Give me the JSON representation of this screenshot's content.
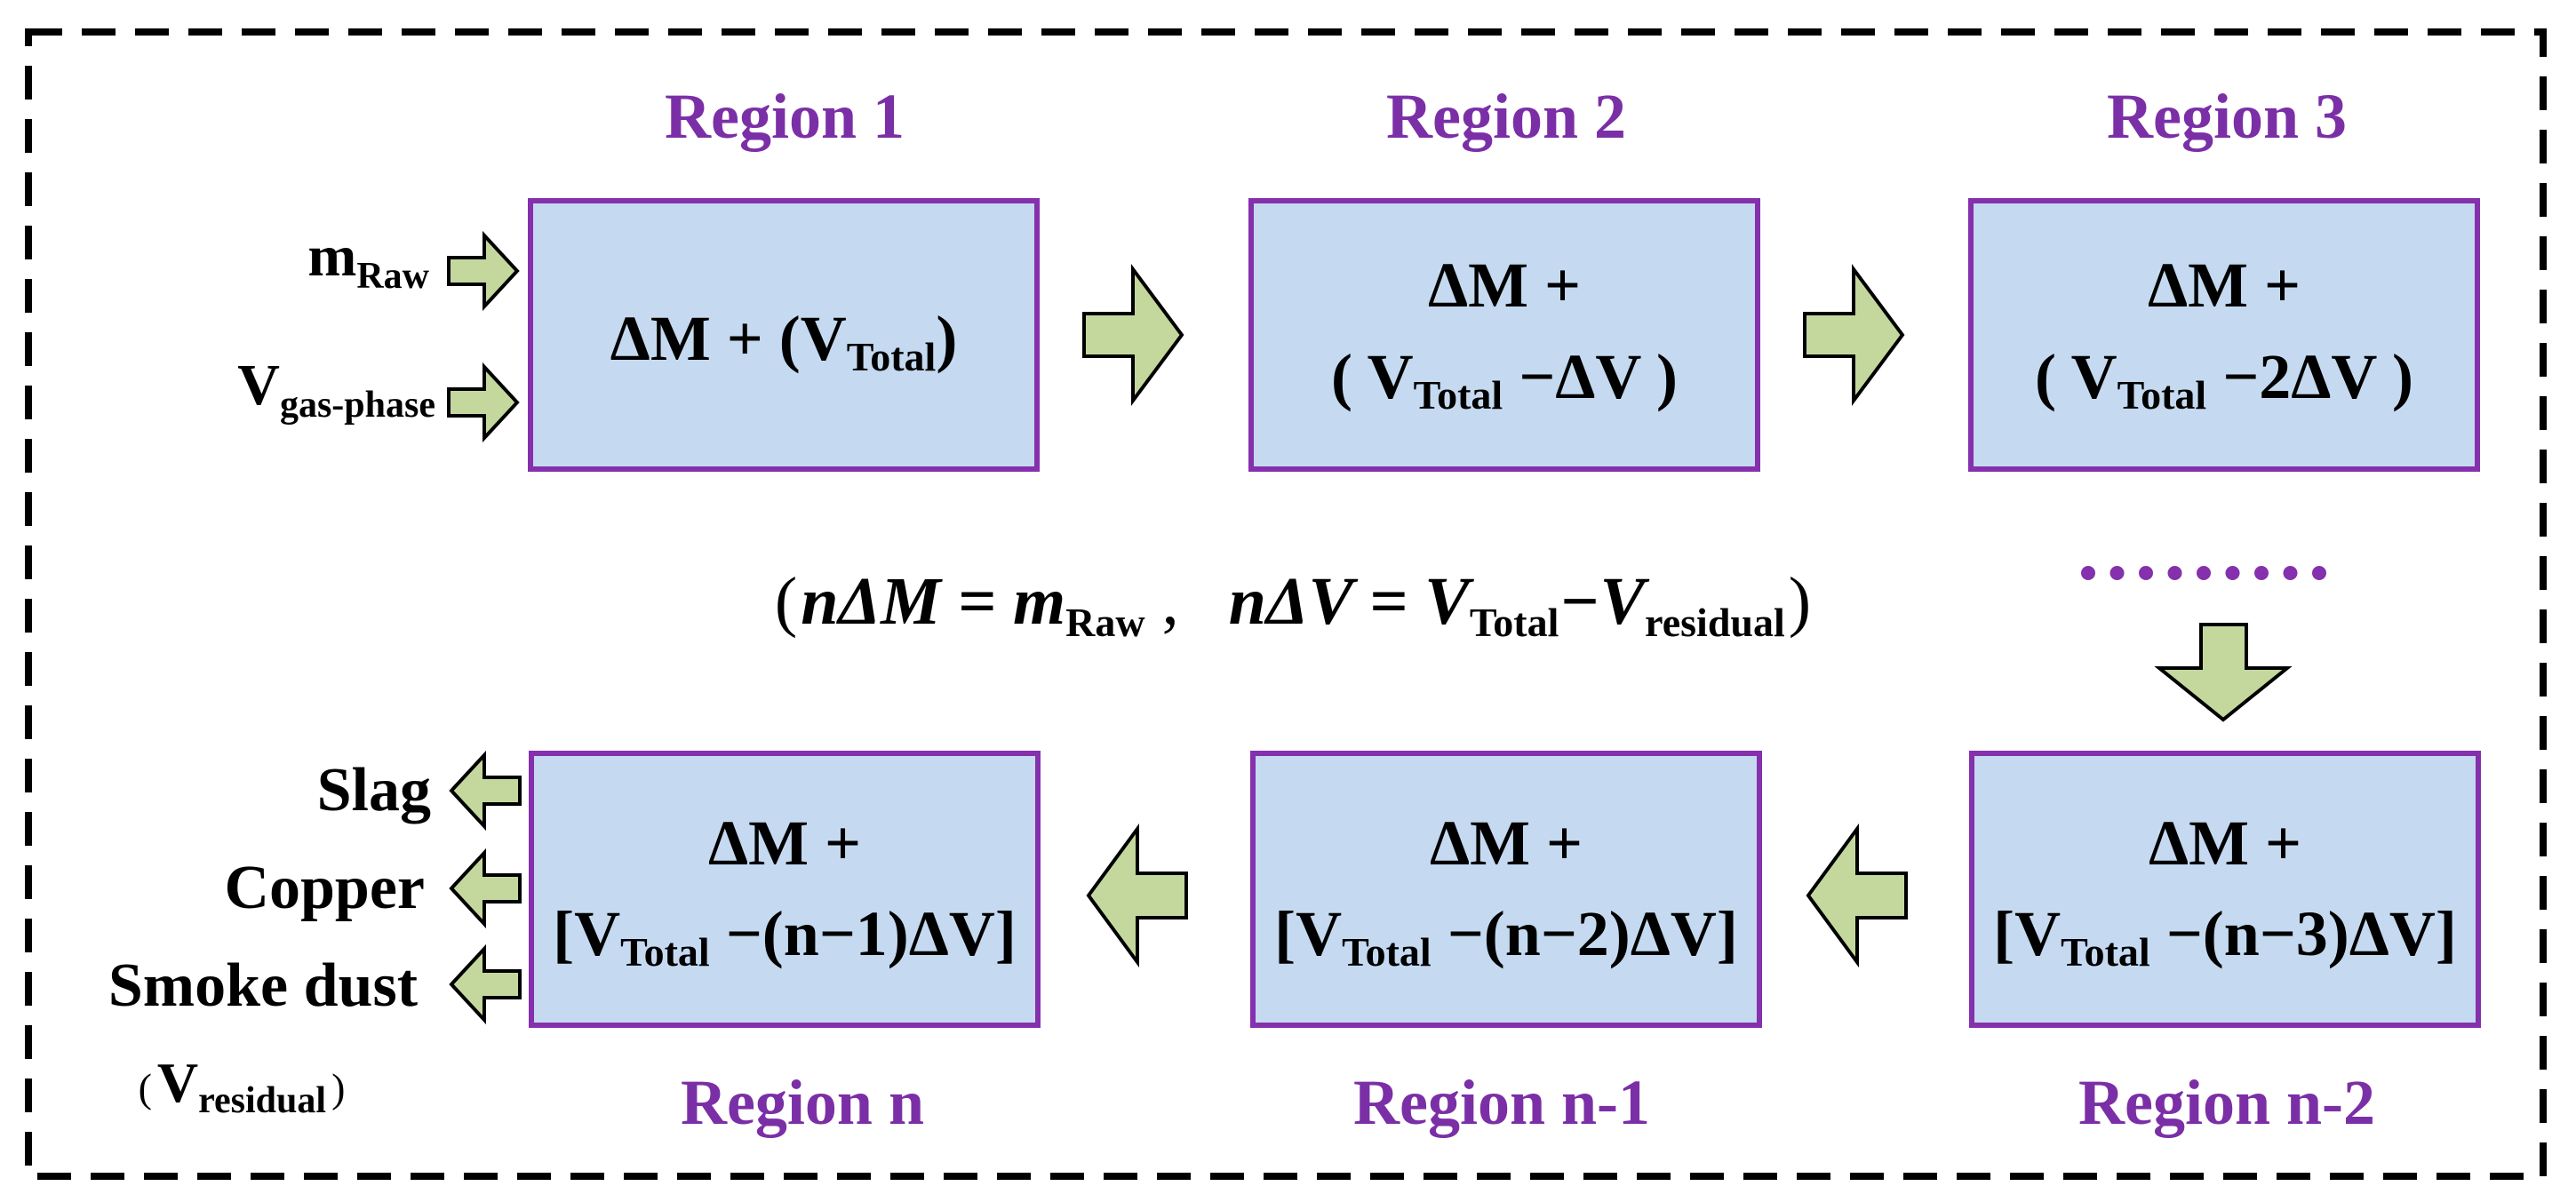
{
  "regions": {
    "r1": {
      "title": "Region 1",
      "line1": "ΔM + (V",
      "line1_sub": "Total",
      "line1_end": ")"
    },
    "r2": {
      "title": "Region 2",
      "line1": "ΔM +",
      "line2_a": "( V",
      "line2_sub": "Total",
      "line2_b": " −ΔV )"
    },
    "r3": {
      "title": "Region 3",
      "line1": "ΔM +",
      "line2_a": "( V",
      "line2_sub": "Total",
      "line2_b": " −2ΔV )"
    },
    "rn2": {
      "title": "Region n-2",
      "line1": "ΔM +",
      "line2_a": "[V",
      "line2_sub": "Total",
      "line2_b": " −(n−3)ΔV]"
    },
    "rn1": {
      "title": "Region n-1",
      "line1": "ΔM +",
      "line2_a": "[V",
      "line2_sub": "Total",
      "line2_b": " −(n−2)ΔV]"
    },
    "rn": {
      "title": "Region n",
      "line1": "ΔM +",
      "line2_a": "[V",
      "line2_sub": "Total",
      "line2_b": " −(n−1)ΔV]"
    }
  },
  "inputs": {
    "m_main": "m",
    "m_sub": "Raw",
    "v_main": "V",
    "v_sub": "gas-phase"
  },
  "outputs": {
    "slag": "Slag",
    "copper": "Copper",
    "smoke": "Smoke dust",
    "residual_open": "(",
    "residual_main": "V",
    "residual_sub": "residual",
    "residual_close": ")"
  },
  "equation": {
    "open": "(",
    "p1": "nΔM = m",
    "p1_sub": "Raw",
    "sep": " ,",
    "p2": "nΔV = V",
    "p2_sub": "Total",
    "p3": "−V",
    "p3_sub": "residual",
    "close": ")"
  },
  "colors": {
    "title": "#7b2fa6",
    "box_fill": "#c5daf0",
    "box_stroke": "#8530ad",
    "arrow_fill": "#c4d89e",
    "dashed_border": "#000000"
  }
}
